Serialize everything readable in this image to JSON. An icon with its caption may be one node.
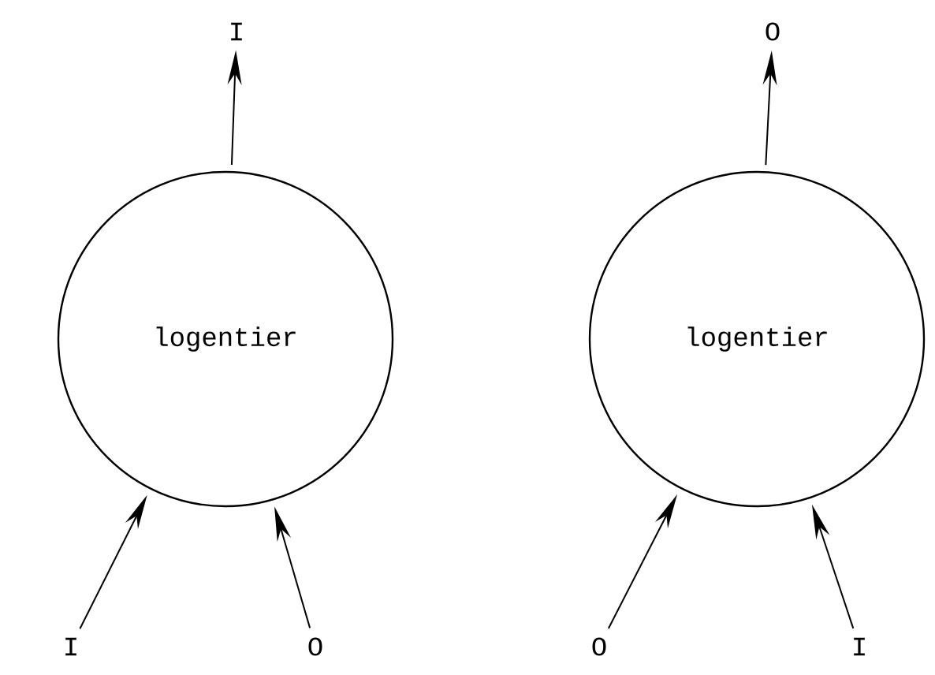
{
  "diagram": {
    "nodes": [
      {
        "text": [
          "logentier"
        ]
      },
      {
        "text": [
          "I"
        ]
      },
      {
        "text": [
          "I"
        ]
      },
      {
        "text": [
          "O"
        ]
      },
      {
        "text": [
          "logentier"
        ]
      },
      {
        "text": [
          "O"
        ]
      },
      {
        "text": [
          "O"
        ]
      },
      {
        "text": [
          "I"
        ]
      }
    ],
    "edges": [
      {
        "from": 0,
        "to": 1,
        "arrow": "to"
      },
      {
        "from": 2,
        "to": 0,
        "arrow": "to"
      },
      {
        "from": 3,
        "to": 0,
        "arrow": "to"
      },
      {
        "from": 4,
        "to": 5,
        "arrow": "to"
      },
      {
        "from": 6,
        "to": 4,
        "arrow": "to"
      },
      {
        "from": 7,
        "to": 4,
        "arrow": "to"
      }
    ]
  }
}
